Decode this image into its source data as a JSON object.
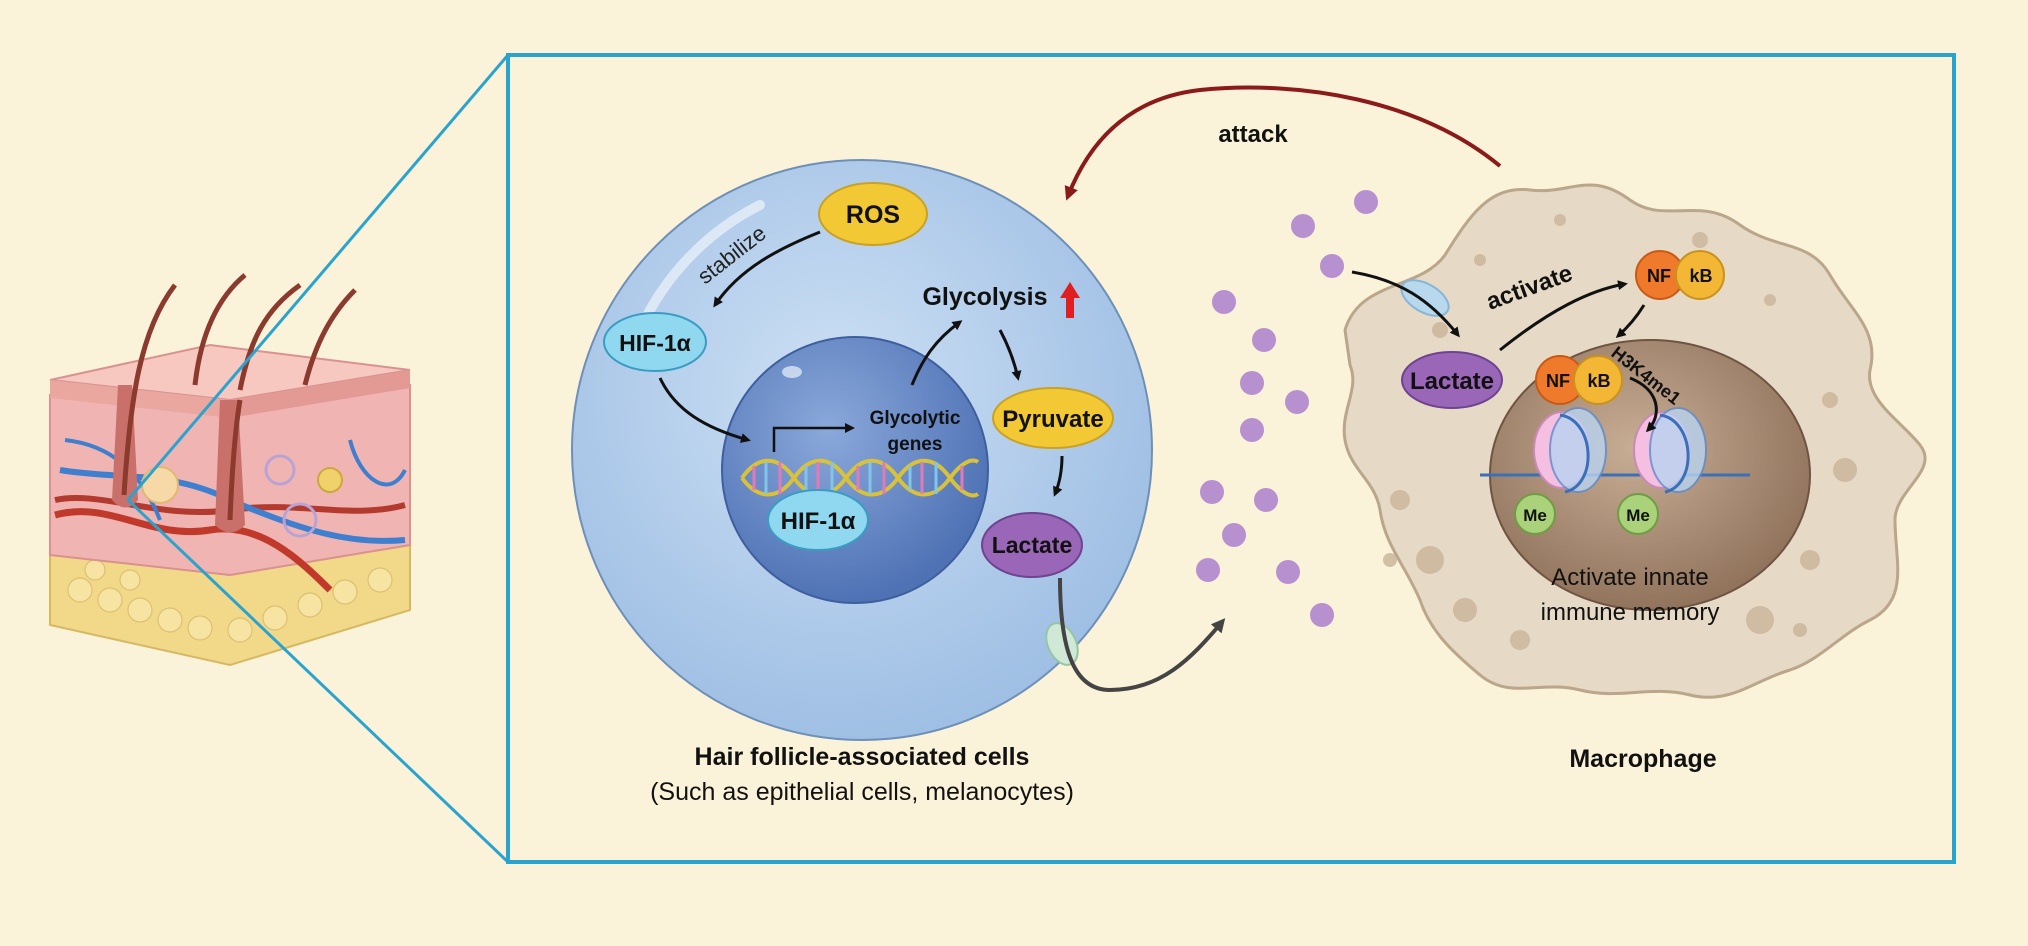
{
  "labels": {
    "attack": "attack",
    "stabilize": "stabilize",
    "ros": "ROS",
    "hif_top": "HIF-1α",
    "hif_nucleus": "HIF-1α",
    "glycolysis": "Glycolysis",
    "glycolytic_genes_1": "Glycolytic",
    "glycolytic_genes_2": "genes",
    "pyruvate": "Pyruvate",
    "lactate_cell": "Lactate",
    "activate": "activate",
    "nf_top": "NF",
    "kb_top": "kB",
    "nf_nucleus": "NF",
    "kb_nucleus": "kB",
    "h3k4me1": "H3K4me1",
    "lactate_macrophage": "Lactate",
    "me_1": "Me",
    "me_2": "Me",
    "activate_innate_1": "Activate innate",
    "activate_innate_2": "immune memory"
  },
  "captions": {
    "hair_cell_title": "Hair follicle-associated cells",
    "hair_cell_sub": "(Such as epithelial cells, melanocytes)",
    "macrophage_title": "Macrophage"
  },
  "colors": {
    "background": "#fbf3d9",
    "frame": "#2aa3cf",
    "cell_blue": "#b9d3ee",
    "nucleus_blue": "#6d8fc9",
    "ros_yellow": "#f2c934",
    "lactate_purple": "#9a66b8",
    "dot_purple": "#b690cf",
    "hif_cyan": "#8fd8f0",
    "attack_red": "#8b1a1a",
    "nf_orange": "#ef7a2b",
    "kb_yellow": "#f3b735",
    "me_green": "#a9d27a",
    "macrophage": "#e6d9c5"
  }
}
